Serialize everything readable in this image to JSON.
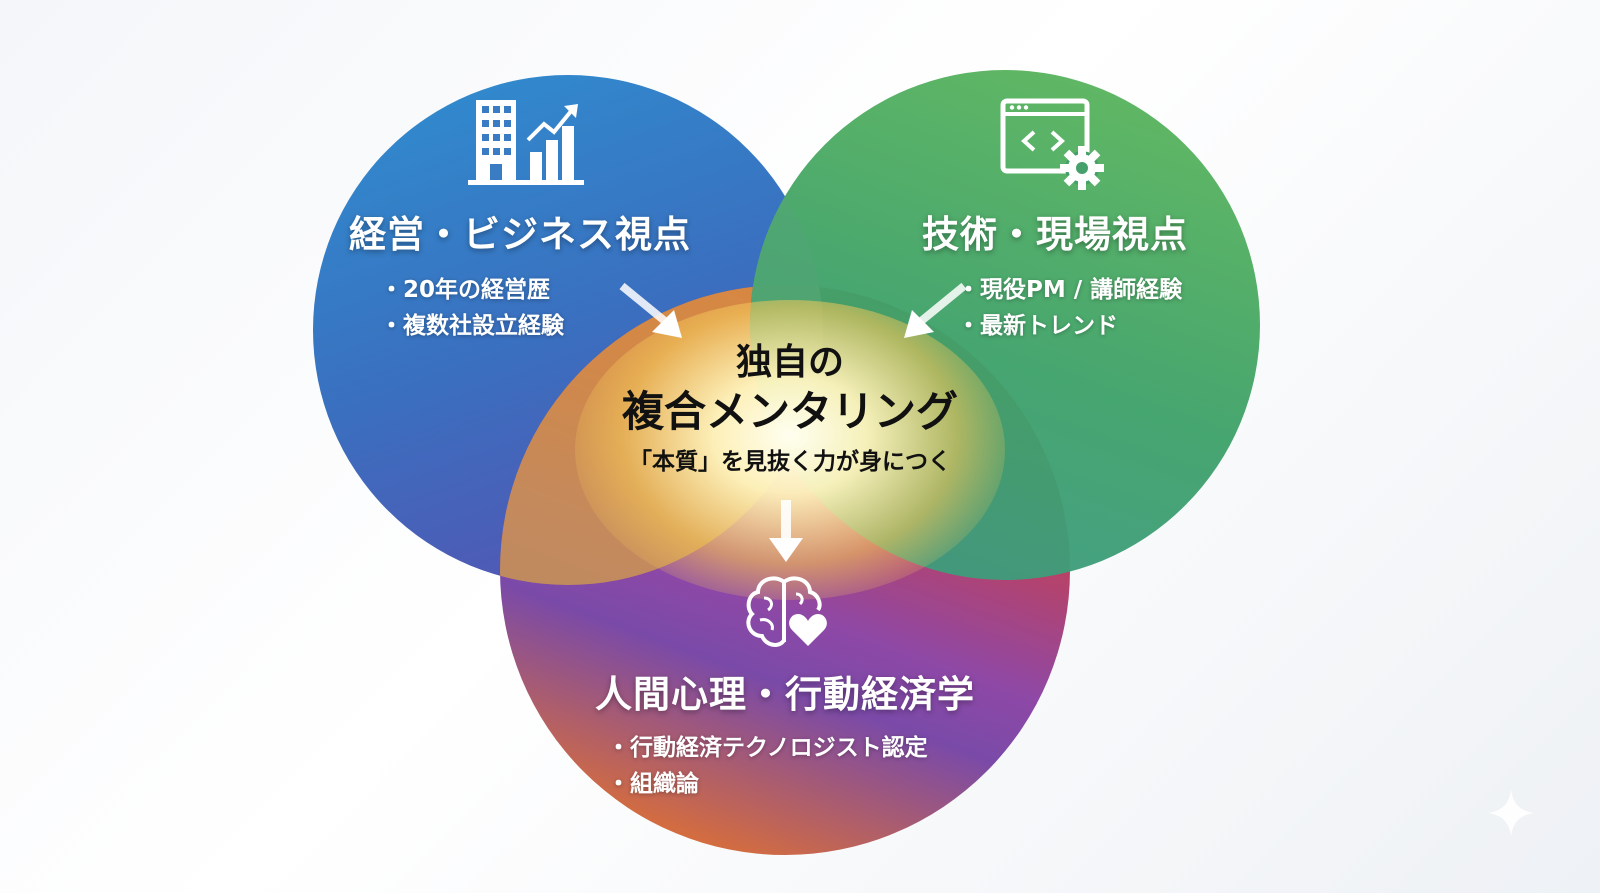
{
  "diagram": {
    "type": "venn",
    "circles": [
      {
        "id": "business",
        "icon": "building-chart-icon",
        "title": "経営・ビジネス視点",
        "bullets": [
          "20年の経営歴",
          "複数社設立経験"
        ],
        "color": "#3178c6"
      },
      {
        "id": "tech",
        "icon": "code-window-gear-icon",
        "title": "技術・現場視点",
        "bullets": [
          "現役PM / 講師経験",
          "最新トレンド"
        ],
        "color": "#4aa66a"
      },
      {
        "id": "psychology",
        "icon": "brain-heart-icon",
        "title": "人間心理・行動経済学",
        "bullets": [
          "行動経済テクノロジスト認定",
          "組織論"
        ],
        "color": "#8a4aa8"
      }
    ],
    "center": {
      "line1": "独自の",
      "line2": "複合メンタリング",
      "tagline": "「本質」を見抜く力が身につく"
    },
    "accent_colors": {
      "blue": "#3178c6",
      "green": "#4aa66a",
      "red": "#e23c2e",
      "purple": "#7a4aa8",
      "orange": "#f08a2a",
      "gold": "#f5d27a"
    }
  }
}
